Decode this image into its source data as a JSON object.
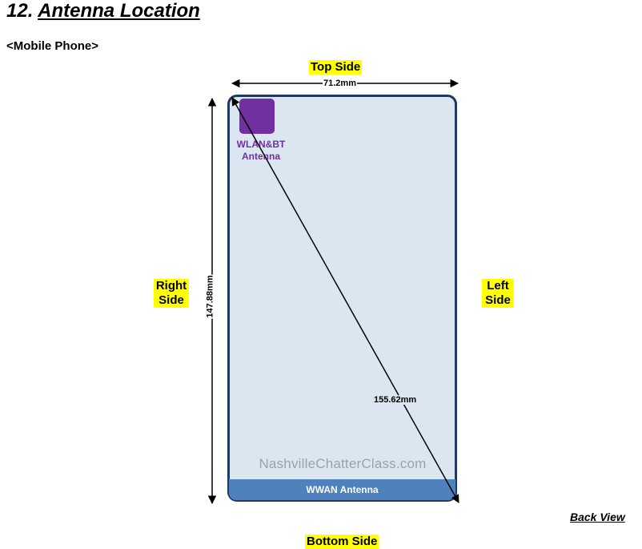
{
  "header": {
    "number": "12.",
    "title": "Antenna Location",
    "subtitle": "<Mobile Phone>"
  },
  "sides": {
    "top": "Top Side",
    "bottom": "Bottom Side",
    "right": [
      "Right",
      "Side"
    ],
    "left": [
      "Left",
      "Side"
    ]
  },
  "dimensions": {
    "width": "71.2mm",
    "height": "147.88mm",
    "diagonal": "155.62mm"
  },
  "antennas": {
    "wlan": [
      "WLAN&BT",
      "Antenna"
    ],
    "wwan": "WWAN Antenna"
  },
  "colors": {
    "wlan": "#7030a0",
    "wwan": "#4f81bd",
    "phone_body": "#dce6f1",
    "phone_border": "#1f3a5e",
    "highlight": "#ffff00"
  },
  "watermark": "NashvilleChatterClass.com",
  "view": "Back View"
}
